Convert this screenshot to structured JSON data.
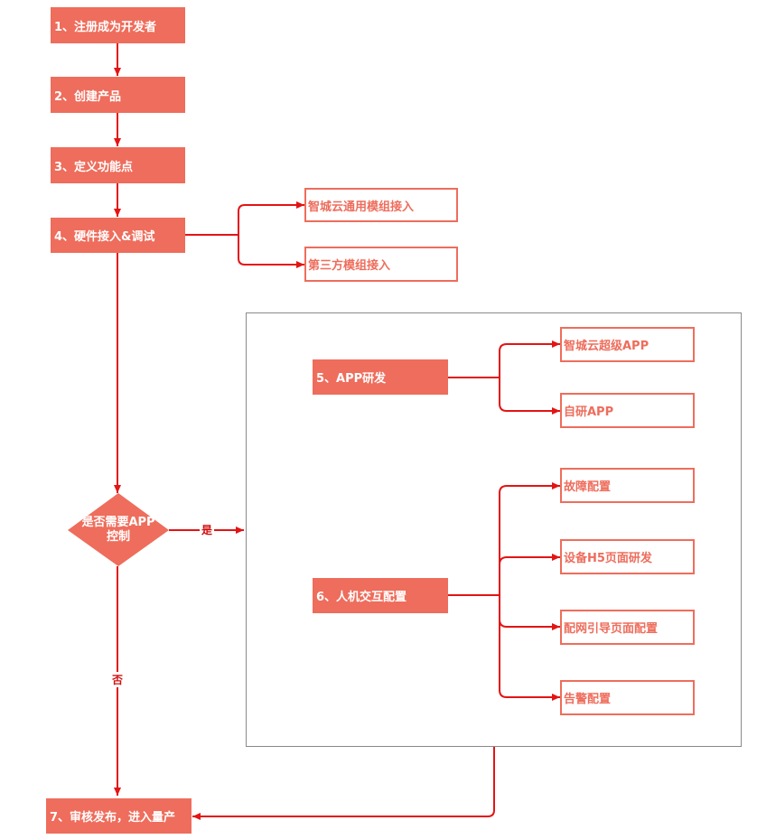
{
  "colors": {
    "step_fill": "#ee6d5c",
    "line": "#e31414",
    "group_border": "#8a8a8a"
  },
  "steps": {
    "register": "1、注册成为开发者",
    "create_product": "2、创建产品",
    "define_points": "3、定义功能点",
    "hardware": "4、硬件接入&调试",
    "app_dev": "5、APP研发",
    "hmi_config": "6、人机交互配置",
    "release": "7、审核发布，进入量产"
  },
  "hardware_options": [
    "智城云通用模组接入",
    "第三方模组接入"
  ],
  "app_options": [
    "智城云超级APP",
    "自研APP"
  ],
  "hmi_options": [
    "故障配置",
    "设备H5页面研发",
    "配网引导页面配置",
    "告警配置"
  ],
  "decision": {
    "line1": "是否需要APP",
    "line2": "控制",
    "yes": "是",
    "no": "否"
  }
}
